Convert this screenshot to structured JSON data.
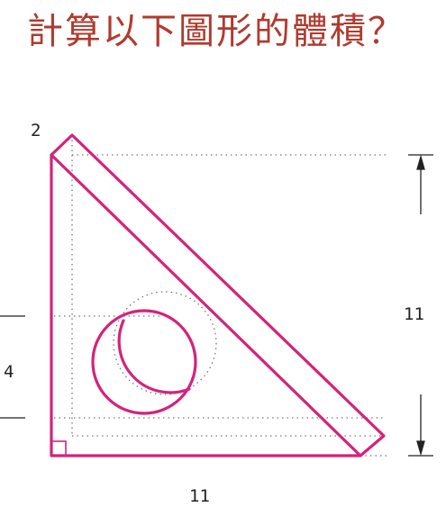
{
  "title": "計算以下圖形的體積？",
  "labels": {
    "thickness": "2",
    "height": "11",
    "hole_offset": "4",
    "base": "11"
  },
  "colors": {
    "title": "#b03a2e",
    "shape_stroke": "#d4237a",
    "guide": "#777777",
    "text": "#222222"
  }
}
